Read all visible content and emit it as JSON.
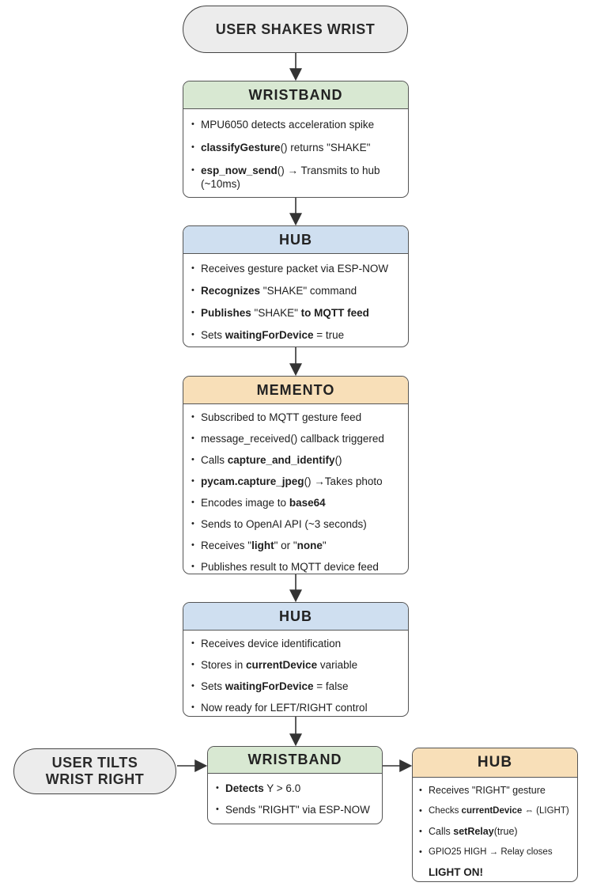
{
  "start": {
    "label": "USER SHAKES WRIST"
  },
  "wristband1": {
    "title": "WRISTBAND",
    "items": [
      {
        "pre": "MPU6050 detects acceleration spike",
        "bold": "",
        "post": ""
      },
      {
        "pre": "",
        "bold": "classifyGesture",
        "post": "() returns \"SHAKE\""
      },
      {
        "pre": "",
        "bold": "esp_now_send",
        "post": "() → Transmits to hub (~10ms)"
      }
    ]
  },
  "hub1": {
    "title": "HUB",
    "items": [
      {
        "pre": "Receives gesture packet via ESP-NOW",
        "bold": "",
        "post": ""
      },
      {
        "pre": "",
        "bold": "Recognizes",
        "post": " \"SHAKE\" command"
      },
      {
        "pre": "",
        "bold": "Publishes",
        "mid": " \"SHAKE\" ",
        "bold2": "to MQTT feed",
        "post": ""
      },
      {
        "pre": "Sets ",
        "bold": "waitingForDevice",
        "post": " = true"
      }
    ]
  },
  "memento": {
    "title": "MEMENTO",
    "items": [
      {
        "pre": "Subscribed to MQTT gesture feed",
        "bold": "",
        "post": ""
      },
      {
        "pre": "message_received() callback triggered",
        "bold": "",
        "post": ""
      },
      {
        "pre": "Calls ",
        "bold": "capture_and_identify",
        "post": "()"
      },
      {
        "pre": "",
        "bold": "pycam.capture_jpeg",
        "post": "() →Takes photo"
      },
      {
        "pre": "Encodes image to ",
        "bold": "base64",
        "post": ""
      },
      {
        "pre": "Sends to OpenAI API (~3 seconds)",
        "bold": "",
        "post": ""
      },
      {
        "pre": "Receives \"",
        "bold": "light",
        "mid": "\" or \"",
        "bold2": "none",
        "post": "\""
      },
      {
        "pre": "Publishes result to MQTT device feed",
        "bold": "",
        "post": ""
      }
    ]
  },
  "hub2": {
    "title": "HUB",
    "items": [
      {
        "pre": "Receives device identification",
        "bold": "",
        "post": ""
      },
      {
        "pre": "Stores in ",
        "bold": "currentDevice",
        "post": " variable"
      },
      {
        "pre": "Sets ",
        "bold": "waitingForDevice",
        "post": " = false"
      },
      {
        "pre": "Now ready for LEFT/RIGHT control",
        "bold": "",
        "post": ""
      }
    ]
  },
  "tilt": {
    "line1": "USER TILTS",
    "line2": "WRIST RIGHT"
  },
  "wristband2": {
    "title": "WRISTBAND",
    "items": [
      {
        "pre": "",
        "bold": "Detects",
        "post": " Y > 6.0"
      },
      {
        "pre": "Sends \"RIGHT\" via ESP-NOW",
        "bold": "",
        "post": ""
      }
    ]
  },
  "hub3": {
    "title": "HUB",
    "items": [
      {
        "pre": "Receives \"RIGHT\" gesture",
        "bold": "",
        "post": ""
      },
      {
        "pre": "Checks ",
        "bold": "currentDevice",
        "post": " ⇔ (LIGHT)"
      },
      {
        "pre": "Calls ",
        "bold": "setRelay",
        "post": "(true)"
      },
      {
        "pre": "GPIO25 HIGH → Relay closes",
        "bold": "",
        "post": ""
      }
    ],
    "final": "LIGHT ON!"
  },
  "colors": {
    "green": "#d8e8d2",
    "blue": "#cfdff0",
    "orange": "#f8dfb8",
    "pill": "#ececec"
  }
}
